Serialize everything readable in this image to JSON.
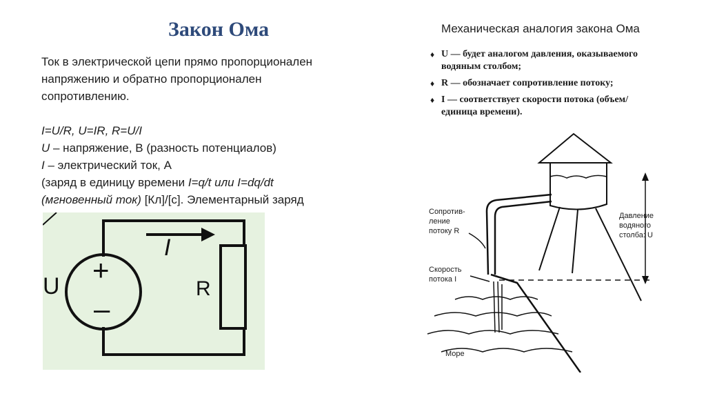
{
  "slide": {
    "title": "Закон Ома",
    "right_title": "Механическая аналогия закона Ома"
  },
  "left_text": {
    "paragraph": [
      "Ток в электрической цепи прямо пропорционален",
      "напряжению и обратно пропорционален",
      "сопротивлению."
    ],
    "formulas": "I=U/R, U=IR, R=U/I",
    "u_symbol": "U",
    "u_desc": " – напряжение, В (разность потенциалов)",
    "i_symbol": "I",
    "i_desc": " – электрический ток, А",
    "charge_prefix": "(заряд в единицу времени ",
    "charge_formula": "I=q/t или I=dq/dt",
    "instant_current": "(мгновенный ток)",
    "instant_units": " [Кл]/[с]. Элементарный заряд"
  },
  "bullets": [
    "U — будет аналогом давления, оказываемого водяным столбом;",
    "R — обозначает сопротивление потоку;",
    "I — соответствует скорости потока (объем/ единица времени)."
  ],
  "circuit": {
    "plus": "+",
    "minus": "–",
    "voltage_label": "U",
    "current_label": "I",
    "resistor_label": "R"
  },
  "tower": {
    "resistance_label": [
      "Сопротив-",
      "ление",
      "потоку R"
    ],
    "speed_label": [
      "Скорость",
      "потока I"
    ],
    "pressure_label": [
      "Давление",
      "водяного",
      "столба: U"
    ],
    "sea_label": "Море"
  }
}
